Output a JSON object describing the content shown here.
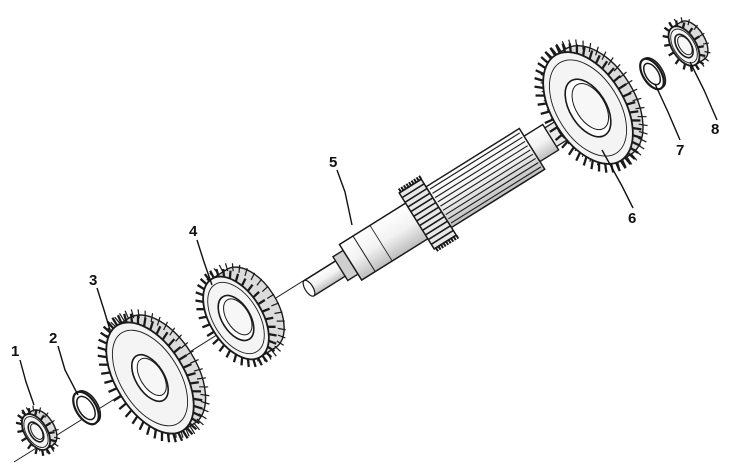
{
  "diagram": {
    "colors": {
      "ink": "#1a1a1a",
      "paper": "#ffffff",
      "shade": "#dcdcdc",
      "light": "#f4f4f4"
    },
    "callouts": [
      {
        "id": "1",
        "label": "1"
      },
      {
        "id": "2",
        "label": "2"
      },
      {
        "id": "3",
        "label": "3"
      },
      {
        "id": "4",
        "label": "4"
      },
      {
        "id": "5",
        "label": "5"
      },
      {
        "id": "6",
        "label": "6"
      },
      {
        "id": "7",
        "label": "7"
      },
      {
        "id": "8",
        "label": "8"
      }
    ]
  }
}
